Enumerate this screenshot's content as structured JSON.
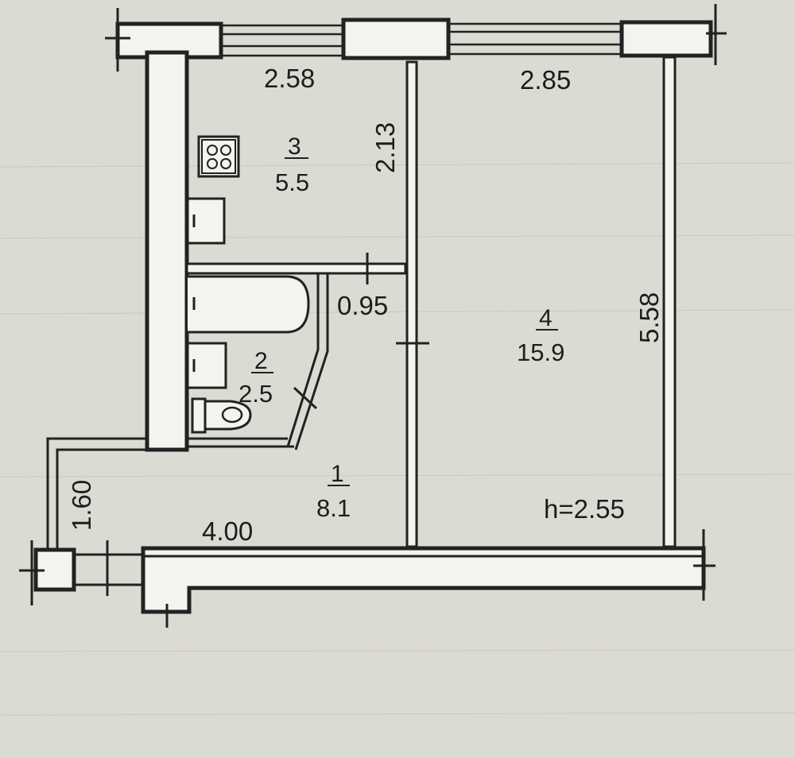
{
  "dimensions": {
    "kitchen_width": "2.58",
    "room_width": "2.85",
    "kitchen_depth": "2.13",
    "room_depth": "5.58",
    "bath_passage": "0.95",
    "hall_depth": "1.60",
    "hall_length": "4.00",
    "ceiling_height": "h=2.55"
  },
  "rooms": [
    {
      "number": "1",
      "area": "8.1"
    },
    {
      "number": "2",
      "area": "2.5"
    },
    {
      "number": "3",
      "area": "5.5"
    },
    {
      "number": "4",
      "area": "15.9"
    }
  ],
  "colors": {
    "paper": "#dcdbd3",
    "wall_fill": "#f4f3ee",
    "ink": "#222222"
  }
}
